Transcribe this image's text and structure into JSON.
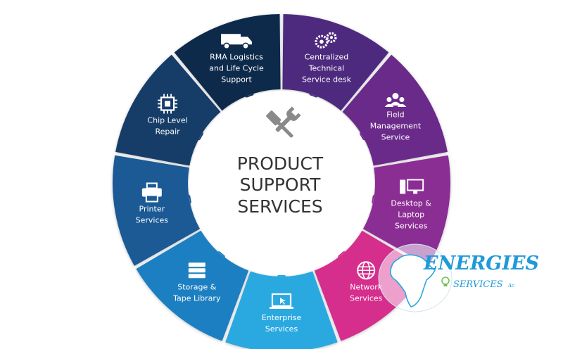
{
  "center": {
    "lines": [
      "PRODUCT",
      "SUPPORT",
      "SERVICES"
    ]
  },
  "segments": [
    {
      "id": "centralized-technical-service-desk",
      "lines": [
        "Centralized",
        "Technical",
        "Service desk"
      ],
      "color": "#4e2a7e",
      "icon": "gears-icon"
    },
    {
      "id": "field-management-service",
      "lines": [
        "Field",
        "Management",
        "Service"
      ],
      "color": "#6a2c8a",
      "icon": "team-icon"
    },
    {
      "id": "desktop-laptop-services",
      "lines": [
        "Desktop &",
        "Laptop",
        "Services"
      ],
      "color": "#8b2d94",
      "icon": "desktop-icon"
    },
    {
      "id": "network-services",
      "lines": [
        "Network",
        "Services"
      ],
      "color": "#d62f8d",
      "icon": "globe-icon"
    },
    {
      "id": "enterprise-services",
      "lines": [
        "Enterprise",
        "Services"
      ],
      "color": "#29a9e1",
      "icon": "laptop-icon"
    },
    {
      "id": "storage-tape-library",
      "lines": [
        "Storage &",
        "Tape Library"
      ],
      "color": "#1f7fc1",
      "icon": "server-icon"
    },
    {
      "id": "printer-services",
      "lines": [
        "Printer",
        "Services"
      ],
      "color": "#1a5a96",
      "icon": "printer-icon"
    },
    {
      "id": "chip-level-repair",
      "lines": [
        "Chip Level",
        "Repair"
      ],
      "color": "#173d68",
      "icon": "chip-icon"
    },
    {
      "id": "rma-logistics-life-cycle-support",
      "lines": [
        "RMA Logistics",
        "and Life Cycle",
        "Support"
      ],
      "color": "#102a4c",
      "icon": "truck-icon"
    }
  ],
  "center_icon": "tools-icon",
  "logo": {
    "title": "ENERGIES",
    "subtitle": "SERVICES",
    "suffix": "Ac",
    "color": "#1f9ad8",
    "icon": "africa-map-icon"
  }
}
